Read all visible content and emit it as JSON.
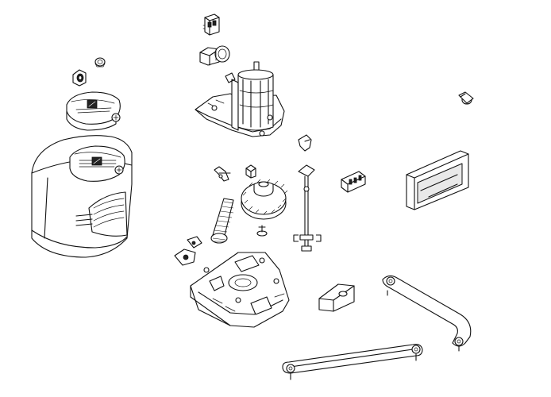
{
  "drawing": {
    "kind": "exploded-view",
    "line_color": "#111111",
    "background": "#ffffff"
  },
  "parts": [
    {
      "id": "connector-block",
      "icon": "terminal-connector-icon"
    },
    {
      "id": "capacitor-bracket",
      "icon": "capacitor-icon"
    },
    {
      "id": "motor-housing",
      "icon": "motor-icon"
    },
    {
      "id": "cable-gland-small",
      "icon": "gland-icon"
    },
    {
      "id": "cable-gland-nut",
      "icon": "nut-icon"
    },
    {
      "id": "knob-cap",
      "icon": "knob-icon"
    },
    {
      "id": "main-cover",
      "icon": "cover-icon"
    },
    {
      "id": "screw-right",
      "icon": "screw-icon"
    },
    {
      "id": "latch-clip",
      "icon": "clip-icon"
    },
    {
      "id": "release-lever",
      "icon": "lever-icon"
    },
    {
      "id": "stud-small",
      "icon": "stud-icon"
    },
    {
      "id": "terminal-strip",
      "icon": "terminal-strip-icon"
    },
    {
      "id": "mounting-bracket",
      "icon": "bracket-icon"
    },
    {
      "id": "worm-shaft",
      "icon": "worm-shaft-icon"
    },
    {
      "id": "gear-wheel",
      "icon": "gear-icon"
    },
    {
      "id": "gear-screw",
      "icon": "screw-icon"
    },
    {
      "id": "limit-rod",
      "icon": "rod-icon"
    },
    {
      "id": "cam-clip",
      "icon": "clip-icon"
    },
    {
      "id": "base-plate",
      "icon": "base-icon"
    },
    {
      "id": "stop-block",
      "icon": "stop-block-icon"
    },
    {
      "id": "curved-arm",
      "icon": "curved-arm-icon"
    },
    {
      "id": "straight-arm",
      "icon": "straight-arm-icon"
    }
  ]
}
